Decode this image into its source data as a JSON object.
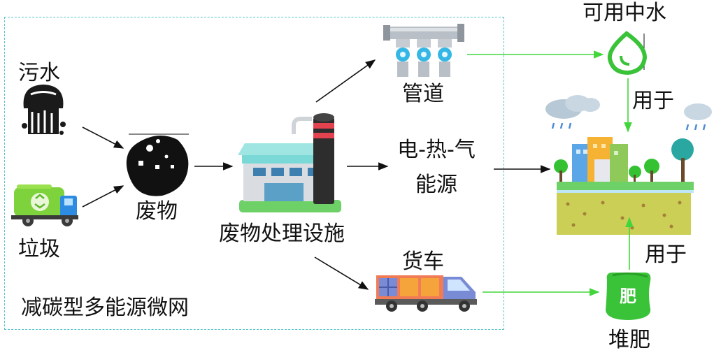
{
  "boundary_label": "减碳型多能源微网",
  "sources": {
    "sewage": "污水",
    "garbage": "垃圾"
  },
  "waste": "废物",
  "facility": "废物处理设施",
  "outputs": {
    "pipeline": "管道",
    "energy_line1": "电-热-气",
    "energy_line2": "能源",
    "truck": "货车"
  },
  "products": {
    "reclaimed_water": "可用中水",
    "compost": "堆肥"
  },
  "edges": {
    "used_for_top": "用于",
    "used_for_bottom": "用于"
  },
  "colors": {
    "boundary": "#58c4c6",
    "flow_black": "#111111",
    "flow_green": "#43d53c",
    "leaf_green": "#34c233",
    "soil": "#cbcf55"
  }
}
